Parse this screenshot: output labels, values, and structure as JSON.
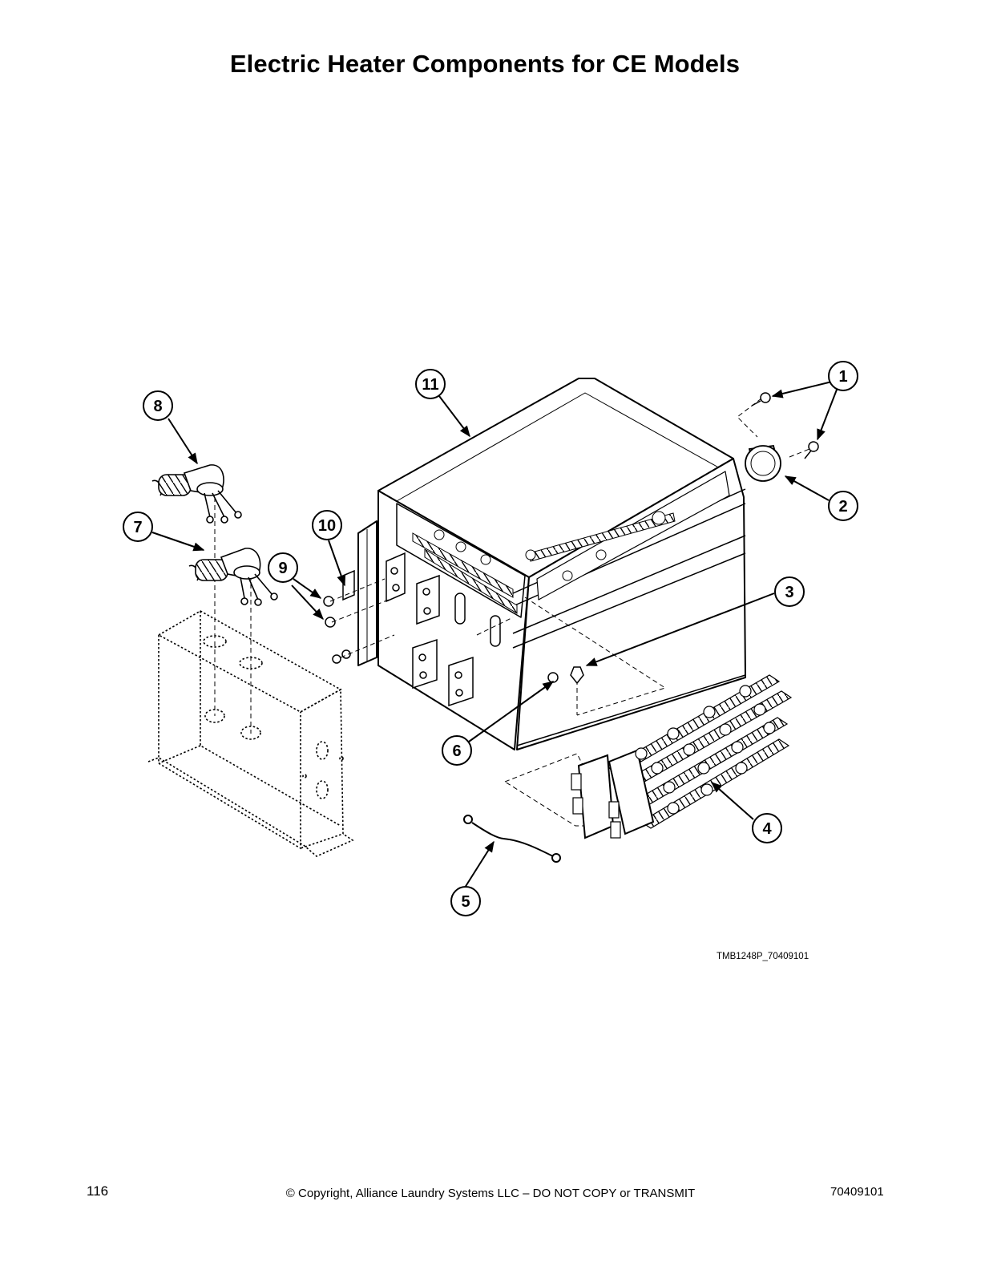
{
  "page": {
    "title": "Electric Heater Components for CE Models",
    "figure_code": "TMB1248P_70409101",
    "page_number": "116",
    "copyright": "© Copyright, Alliance Laundry Systems LLC – DO NOT COPY or TRANSMIT",
    "doc_number": "70409101"
  },
  "callouts": [
    "1",
    "2",
    "3",
    "4",
    "5",
    "6",
    "7",
    "8",
    "9",
    "10",
    "11"
  ]
}
